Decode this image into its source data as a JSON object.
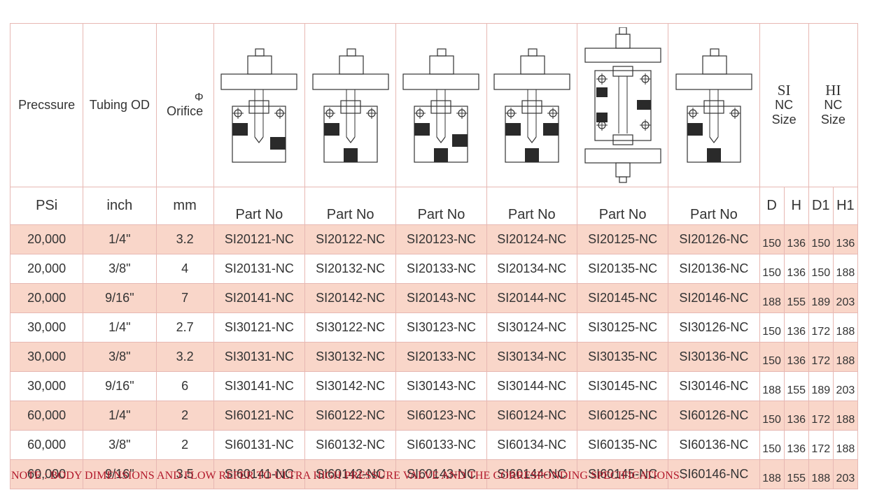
{
  "headers": {
    "pressure": "Precssure",
    "tubing_od": "Tubing OD",
    "orifice_symbol": "Φ",
    "orifice": "Orifice",
    "si_label": "SI",
    "hi_label": "HI",
    "nc_label": "NC",
    "size_label": "Size"
  },
  "units": {
    "pressure": "PSi",
    "tubing_od": "inch",
    "orifice": "mm",
    "part_no": "Part No",
    "d": "D",
    "h": "H",
    "d1": "D1",
    "h1": "H1"
  },
  "valve_diagrams": [
    "valve-type-1-icon",
    "valve-type-2-icon",
    "valve-type-3-icon",
    "valve-type-4-icon",
    "valve-type-5-icon",
    "valve-type-6-icon"
  ],
  "rows": [
    {
      "psi": "20,000",
      "od": "1/4\"",
      "mm": "3.2",
      "parts": [
        "SI20121-NC",
        "SI20122-NC",
        "SI20123-NC",
        "SI20124-NC",
        "SI20125-NC",
        "SI20126-NC"
      ],
      "d": "150",
      "h": "136",
      "d1": "150",
      "h1": "136"
    },
    {
      "psi": "20,000",
      "od": "3/8\"",
      "mm": "4",
      "parts": [
        "SI20131-NC",
        "SI20132-NC",
        "SI20133-NC",
        "SI20134-NC",
        "SI20135-NC",
        "SI20136-NC"
      ],
      "d": "150",
      "h": "136",
      "d1": "150",
      "h1": "188"
    },
    {
      "psi": "20,000",
      "od": "9/16\"",
      "mm": "7",
      "parts": [
        "SI20141-NC",
        "SI20142-NC",
        "SI20143-NC",
        "SI20144-NC",
        "SI20145-NC",
        "SI20146-NC"
      ],
      "d": "188",
      "h": "155",
      "d1": "189",
      "h1": "203"
    },
    {
      "psi": "30,000",
      "od": "1/4\"",
      "mm": "2.7",
      "parts": [
        "SI30121-NC",
        "SI30122-NC",
        "SI30123-NC",
        "SI30124-NC",
        "SI30125-NC",
        "SI30126-NC"
      ],
      "d": "150",
      "h": "136",
      "d1": "172",
      "h1": "188"
    },
    {
      "psi": "30,000",
      "od": "3/8\"",
      "mm": "3.2",
      "parts": [
        "SI30131-NC",
        "SI30132-NC",
        "SI20133-NC",
        "SI30134-NC",
        "SI30135-NC",
        "SI30136-NC"
      ],
      "d": "150",
      "h": "136",
      "d1": "172",
      "h1": "188"
    },
    {
      "psi": "30,000",
      "od": "9/16\"",
      "mm": "6",
      "parts": [
        "SI30141-NC",
        "SI30142-NC",
        "SI30143-NC",
        "SI30144-NC",
        "SI30145-NC",
        "SI30146-NC"
      ],
      "d": "188",
      "h": "155",
      "d1": "189",
      "h1": "203"
    },
    {
      "psi": "60,000",
      "od": "1/4\"",
      "mm": "2",
      "parts": [
        "SI60121-NC",
        "SI60122-NC",
        "SI60123-NC",
        "SI60124-NC",
        "SI60125-NC",
        "SI60126-NC"
      ],
      "d": "150",
      "h": "136",
      "d1": "172",
      "h1": "188"
    },
    {
      "psi": "60,000",
      "od": "3/8\"",
      "mm": "2",
      "parts": [
        "SI60131-NC",
        "SI60132-NC",
        "SI60133-NC",
        "SI60134-NC",
        "SI60135-NC",
        "SI60136-NC"
      ],
      "d": "150",
      "h": "136",
      "d1": "172",
      "h1": "188"
    },
    {
      "psi": "60,000",
      "od": "9/16\"",
      "mm": "3.5",
      "parts": [
        "SI60141-NC",
        "SI60142-NC",
        "SI60143-NC",
        "SI60144-NC",
        "SI60145-NC",
        "SI60146-NC"
      ],
      "d": "188",
      "h": "155",
      "d1": "188",
      "h1": "203"
    }
  ],
  "note": "NOTE : BODY DIMENSIONS AND FLOW REFER TO ULTRA HIGH PRESSURE VALVE AND THE CORRESPONDING SPECIFICATIONS .",
  "colors": {
    "border": "#e7b8b3",
    "row_tint": "#f9d6c9",
    "note": "#b2182b",
    "diagram_fill": "#2a2a2a"
  }
}
